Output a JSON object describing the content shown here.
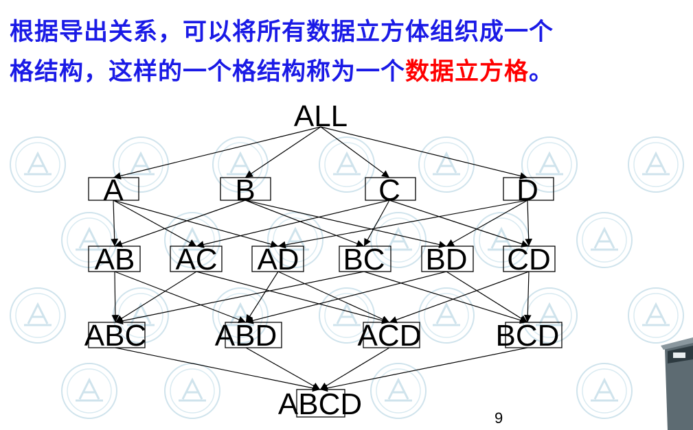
{
  "slide": {
    "title_line1": "根据导出关系，可以将所有数据立方体组织成一个",
    "title_line2_prefix": "格结构，这样的一个格结构称为一个",
    "title_line2_highlight": "数据立方格",
    "title_line2_suffix": "。",
    "page_number": "9"
  },
  "colors": {
    "title": "#1a1ae6",
    "highlight": "#ff0000",
    "watermark": "#cfe3ec"
  },
  "icons": {
    "watermark": "university-seal-icon",
    "podium": "podium-icon"
  },
  "lattice": {
    "nodes": [
      {
        "id": "ALL",
        "label": "ALL"
      },
      {
        "id": "A",
        "label": "A"
      },
      {
        "id": "B",
        "label": "B"
      },
      {
        "id": "C",
        "label": "C"
      },
      {
        "id": "D",
        "label": "D"
      },
      {
        "id": "AB",
        "label": "AB"
      },
      {
        "id": "AC",
        "label": "AC"
      },
      {
        "id": "AD",
        "label": "AD"
      },
      {
        "id": "BC",
        "label": "BC"
      },
      {
        "id": "BD",
        "label": "BD"
      },
      {
        "id": "CD",
        "label": "CD"
      },
      {
        "id": "ABC",
        "label": "ABC"
      },
      {
        "id": "ABD",
        "label": "ABD"
      },
      {
        "id": "ACD",
        "label": "ACD"
      },
      {
        "id": "BCD",
        "label": "BCD"
      },
      {
        "id": "ABCD",
        "label": "ABCD"
      }
    ],
    "edges": [
      [
        "ALL",
        "A"
      ],
      [
        "ALL",
        "B"
      ],
      [
        "ALL",
        "C"
      ],
      [
        "ALL",
        "D"
      ],
      [
        "A",
        "AB"
      ],
      [
        "A",
        "AC"
      ],
      [
        "A",
        "AD"
      ],
      [
        "B",
        "AB"
      ],
      [
        "B",
        "BC"
      ],
      [
        "B",
        "BD"
      ],
      [
        "C",
        "AC"
      ],
      [
        "C",
        "BC"
      ],
      [
        "C",
        "CD"
      ],
      [
        "D",
        "AD"
      ],
      [
        "D",
        "BD"
      ],
      [
        "D",
        "CD"
      ],
      [
        "AB",
        "ABC"
      ],
      [
        "AB",
        "ABD"
      ],
      [
        "AC",
        "ABC"
      ],
      [
        "AC",
        "ACD"
      ],
      [
        "AD",
        "ABD"
      ],
      [
        "AD",
        "ACD"
      ],
      [
        "BC",
        "ABC"
      ],
      [
        "BC",
        "BCD"
      ],
      [
        "BD",
        "ABD"
      ],
      [
        "BD",
        "BCD"
      ],
      [
        "CD",
        "ACD"
      ],
      [
        "CD",
        "BCD"
      ],
      [
        "ABC",
        "ABCD"
      ],
      [
        "ABD",
        "ABCD"
      ],
      [
        "ACD",
        "ABCD"
      ],
      [
        "BCD",
        "ABCD"
      ]
    ]
  }
}
